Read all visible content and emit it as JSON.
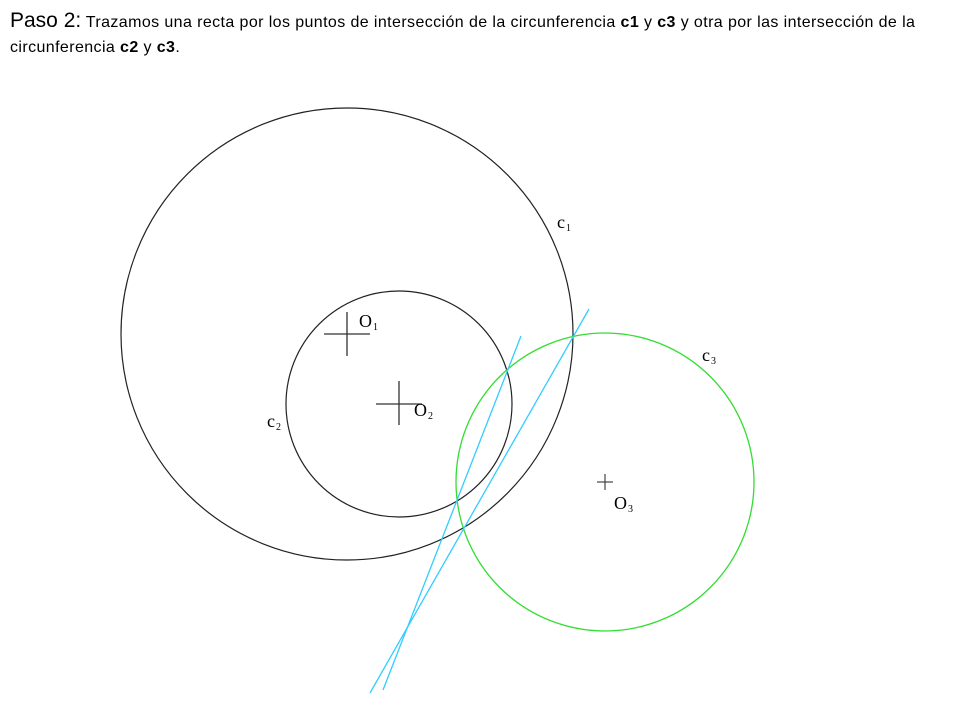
{
  "instruction": {
    "step": "Paso 2",
    "colon": ":",
    "part1": " Trazamos una recta por los puntos de intersección de la circunferencia ",
    "c1": "c1",
    "y1": " y ",
    "c3a": "c3",
    "part2": " y  otra por las intersección de la circunferencia ",
    "c2": "c2",
    "y2": " y ",
    "c3b": "c3",
    "end": "."
  },
  "labels": {
    "c1": {
      "letter": "c",
      "sub": "1"
    },
    "c2": {
      "letter": "c",
      "sub": "2"
    },
    "c3": {
      "letter": "c",
      "sub": "3"
    },
    "O1": {
      "letter": "O",
      "sub": "1"
    },
    "O2": {
      "letter": "O",
      "sub": "2"
    },
    "O3": {
      "letter": "O",
      "sub": "3"
    }
  },
  "colors": {
    "circles": "#222222",
    "c3": "#33dd33",
    "lines": "#33ccff"
  }
}
